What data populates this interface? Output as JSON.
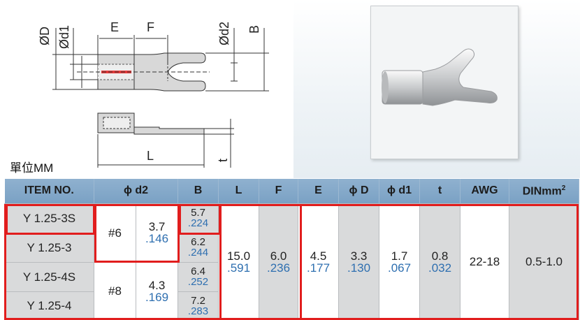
{
  "drawing": {
    "labels": {
      "D": "ØD",
      "d1": "Ød1",
      "E": "E",
      "F": "F",
      "d2": "Ød2",
      "B": "B",
      "L": "L",
      "t": "t"
    }
  },
  "unit_label": "單位MM",
  "table": {
    "headers": {
      "item": "ITEM NO.",
      "d2": "ϕ d2",
      "B": "B",
      "L": "L",
      "F": "F",
      "E": "E",
      "D": "ϕ D",
      "d1": "ϕ d1",
      "t": "t",
      "awg": "AWG",
      "din": "DINmm",
      "din_sup": "2"
    },
    "rows": [
      {
        "item": "Y 1.25-3S",
        "B_mm": "5.7",
        "B_in": ".224"
      },
      {
        "item": "Y 1.25-3",
        "B_mm": "6.2",
        "B_in": ".244"
      },
      {
        "item": "Y 1.25-4S",
        "B_mm": "6.4",
        "B_in": ".252"
      },
      {
        "item": "Y 1.25-4",
        "B_mm": "7.2",
        "B_in": ".283"
      }
    ],
    "groups": [
      {
        "stud": "#6",
        "d2_mm": "3.7",
        "d2_in": ".146"
      },
      {
        "stud": "#8",
        "d2_mm": "4.3",
        "d2_in": ".169"
      }
    ],
    "shared": {
      "L_mm": "15.0",
      "L_in": ".591",
      "F_mm": "6.0",
      "F_in": ".236",
      "E_mm": "4.5",
      "E_in": ".177",
      "D_mm": "3.3",
      "D_in": ".130",
      "d1_mm": "1.7",
      "d1_in": ".067",
      "t_mm": "0.8",
      "t_in": ".032",
      "awg": "22-18",
      "din": "0.5-1.0"
    }
  },
  "colors": {
    "header": "#7aa1c4",
    "highlight": "#e11d1d",
    "inch_text": "#2e6fb0",
    "gray_cell": "#d9dadb"
  }
}
